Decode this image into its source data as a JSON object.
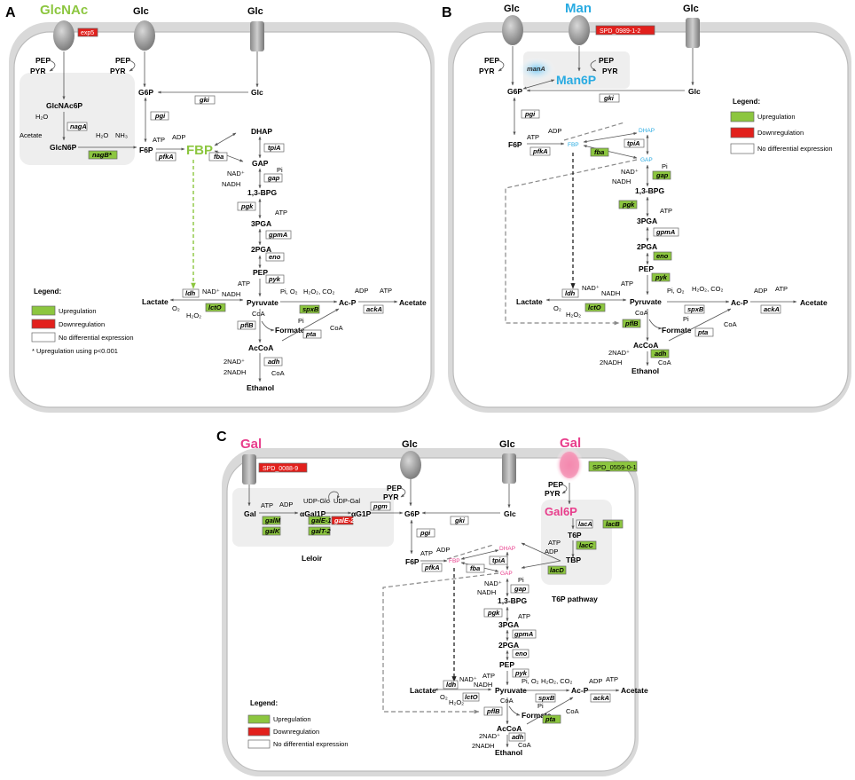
{
  "panels": {
    "a": {
      "label": "A",
      "transporters": [
        "GlcNAc",
        "Glc",
        "Glc"
      ],
      "transporter_gene": "exp5",
      "metabolites": {
        "pep1": "PEP",
        "pyr1": "PYR",
        "pep2": "PEP",
        "pyr2": "PYR",
        "glcnac6p": "GlcNAc6P",
        "h2o": "H₂O",
        "acetate_side": "Acetate",
        "glcn6p": "GlcN6P",
        "h2o_b": "H₂O",
        "nh3": "NH₃",
        "g6p": "G6P",
        "glc_in": "Glc",
        "f6p": "F6P",
        "atp_pfk": "ATP",
        "adp_pfk": "ADP",
        "fbp": "FBP",
        "dhap": "DHAP",
        "gap": "GAP",
        "nad_gap": "NAD⁺",
        "nadh_gap": "NADH",
        "pi_gap": "Pi",
        "bpg": "1,3-BPG",
        "atp_pgk": "ATP",
        "pga3": "3PGA",
        "pga2": "2PGA",
        "pep_low": "PEP",
        "atp_pyk": "ATP",
        "pyruvate": "Pyruvate",
        "lactate": "Lactate",
        "nad_ldh": "NAD⁺",
        "nadh_ldh": "NADH",
        "o2_lct": "O₂",
        "h2o2_lct": "H₂O₂",
        "pi_spx": "Pi, O₂",
        "h2o2co2": "H₂O₂, CO₂",
        "acp": "Ac-P",
        "adp_ack": "ADP",
        "atp_ack": "ATP",
        "acetate": "Acetate",
        "coa_pfl": "CoA",
        "formate": "Formate",
        "pi_pta": "Pi",
        "coa_pta": "CoA",
        "accoa": "AcCoA",
        "nad2": "2NAD⁺",
        "nadh2": "2NADH",
        "coa_adh": "CoA",
        "ethanol": "Ethanol"
      },
      "genes": {
        "naga": "nagA",
        "nagb": "nagB*",
        "pgi": "pgi",
        "gki": "gki",
        "pfka": "pfkA",
        "fba": "fba",
        "tpia": "tpiA",
        "gap": "gap",
        "pgk": "pgk",
        "gpma": "gpmA",
        "eno": "eno",
        "pyk": "pyk",
        "ldh": "ldh",
        "lcto": "lctO",
        "spxb": "spxB",
        "acka": "ackA",
        "pflb": "pflB",
        "pta": "pta",
        "adh": "adh"
      },
      "legend": {
        "title": "Legend:",
        "up": "Upregulation",
        "down": "Downregulation",
        "none": "No differential expression",
        "note": "* Upregulation using p<0.001"
      }
    },
    "b": {
      "label": "B",
      "transporters": [
        "Glc",
        "Man",
        "Glc"
      ],
      "transporter_gene": "SPD_0989-1-2",
      "metabolites": {
        "pep1": "PEP",
        "pyr1": "PYR",
        "pep2": "PEP",
        "pyr2": "PYR",
        "man6p": "Man6P",
        "g6p": "G6P",
        "glc_in": "Glc",
        "f6p": "F6P",
        "atp_pfk": "ATP",
        "adp_pfk": "ADP",
        "fbp": "FBP",
        "dhap": "DHAP",
        "gap": "GAP",
        "nad_gap": "NAD⁺",
        "nadh_gap": "NADH",
        "pi_gap": "Pi",
        "bpg": "1,3-BPG",
        "atp_pgk": "ATP",
        "pga3": "3PGA",
        "pga2": "2PGA",
        "pep_low": "PEP",
        "atp_pyk": "ATP",
        "pyruvate": "Pyruvate",
        "lactate": "Lactate",
        "nad_ldh": "NAD⁺",
        "nadh_ldh": "NADH",
        "o2_lct": "O₂",
        "h2o2_lct": "H₂O₂",
        "pi_spx": "Pi, O₂",
        "h2o2co2": "H₂O₂, CO₂",
        "acp": "Ac-P",
        "adp_ack": "ADP",
        "atp_ack": "ATP",
        "acetate": "Acetate",
        "coa_pfl": "CoA",
        "formate": "Formate",
        "pi_pta": "Pi",
        "coa_pta": "CoA",
        "accoa": "AcCoA",
        "nad2": "2NAD⁺",
        "nadh2": "2NADH",
        "coa_adh": "CoA",
        "ethanol": "Ethanol"
      },
      "genes": {
        "mana": "manA",
        "pgi": "pgi",
        "gki": "gki",
        "pfka": "pfkA",
        "fba": "fba",
        "tpia": "tpiA",
        "gap": "gap",
        "pgk": "pgk",
        "gpma": "gpmA",
        "eno": "eno",
        "pyk": "pyk",
        "ldh": "ldh",
        "lcto": "lctO",
        "spxb": "spxB",
        "acka": "ackA",
        "pflb": "pflB",
        "pta": "pta",
        "adh": "adh"
      },
      "legend": {
        "title": "Legend:",
        "up": "Upregulation",
        "down": "Downregulation",
        "none": "No differential expression"
      }
    },
    "c": {
      "label": "C",
      "transporters": [
        "Gal",
        "Glc",
        "Glc",
        "Gal"
      ],
      "transporter_gene_left": "SPD_0088-9",
      "transporter_gene_right": "SPD_0559-0-1",
      "metabolites": {
        "gal_in": "Gal",
        "atp_gal": "ATP",
        "adp_gal": "ADP",
        "agal1p": "αGal1P",
        "udpglc": "UDP-Glc",
        "udpgal": "UDP-Gal",
        "ag1p": "αG1P",
        "pep1": "PEP",
        "pyr1": "PYR",
        "pep2": "PEP",
        "pyr2": "PYR",
        "g6p": "G6P",
        "glc_in": "Glc",
        "gal6p": "Gal6P",
        "t6p": "T6P",
        "atp_t6p": "ATP",
        "adp_t6p": "ADP",
        "tbp": "TBP",
        "f6p": "F6P",
        "atp_pfk": "ATP",
        "adp_pfk": "ADP",
        "fbp": "FBP",
        "dhap": "DHAP",
        "gap": "GAP",
        "nad_gap": "NAD⁺",
        "nadh_gap": "NADH",
        "pi_gap": "Pi",
        "bpg": "1,3-BPG",
        "atp_pgk": "ATP",
        "pga3": "3PGA",
        "pga2": "2PGA",
        "pep_low": "PEP",
        "atp_pyk": "ATP",
        "pyruvate": "Pyruvate",
        "lactate": "Lactate",
        "nad_ldh": "NAD⁺",
        "nadh_ldh": "NADH",
        "o2_lct": "O₂",
        "h2o2_lct": "H₂O₂",
        "pi_spx": "Pi, O₂",
        "h2o2co2": "H₂O₂, CO₂",
        "acp": "Ac-P",
        "adp_ack": "ADP",
        "atp_ack": "ATP",
        "acetate": "Acetate",
        "coa_pfl": "CoA",
        "formate": "Formate",
        "pi_pta": "Pi",
        "coa_pta": "CoA",
        "accoa": "AcCoA",
        "nad2": "2NAD⁺",
        "nadh2": "2NADH",
        "coa_adh": "CoA",
        "ethanol": "Ethanol",
        "leloir": "Leloir",
        "t6p_pathway": "T6P pathway"
      },
      "genes": {
        "galm": "galM",
        "galk": "galK",
        "gale1": "galE-1",
        "galt2": "galT-2",
        "gale2": "galE-2",
        "pgm": "pgm",
        "laca": "lacA",
        "lacb": "lacB",
        "lacc": "lacC",
        "lacd": "lacD",
        "pgi": "pgi",
        "gki": "gki",
        "pfka": "pfkA",
        "fba": "fba",
        "tpia": "tpiA",
        "gap": "gap",
        "pgk": "pgk",
        "gpma": "gpmA",
        "eno": "eno",
        "pyk": "pyk",
        "ldh": "ldh",
        "lcto": "lctO",
        "spxb": "spxB",
        "acka": "ackA",
        "pflb": "pflB",
        "pta": "pta",
        "adh": "adh"
      },
      "legend": {
        "title": "Legend:",
        "up": "Upregulation",
        "down": "Downregulation",
        "none": "No differential expression"
      }
    }
  },
  "colors": {
    "up": "#8cc63f",
    "down": "#e2201c",
    "none": "#ffffff",
    "man": "#29abe2",
    "gal": "#e83e8c",
    "glcnac": "#8cc63f"
  }
}
